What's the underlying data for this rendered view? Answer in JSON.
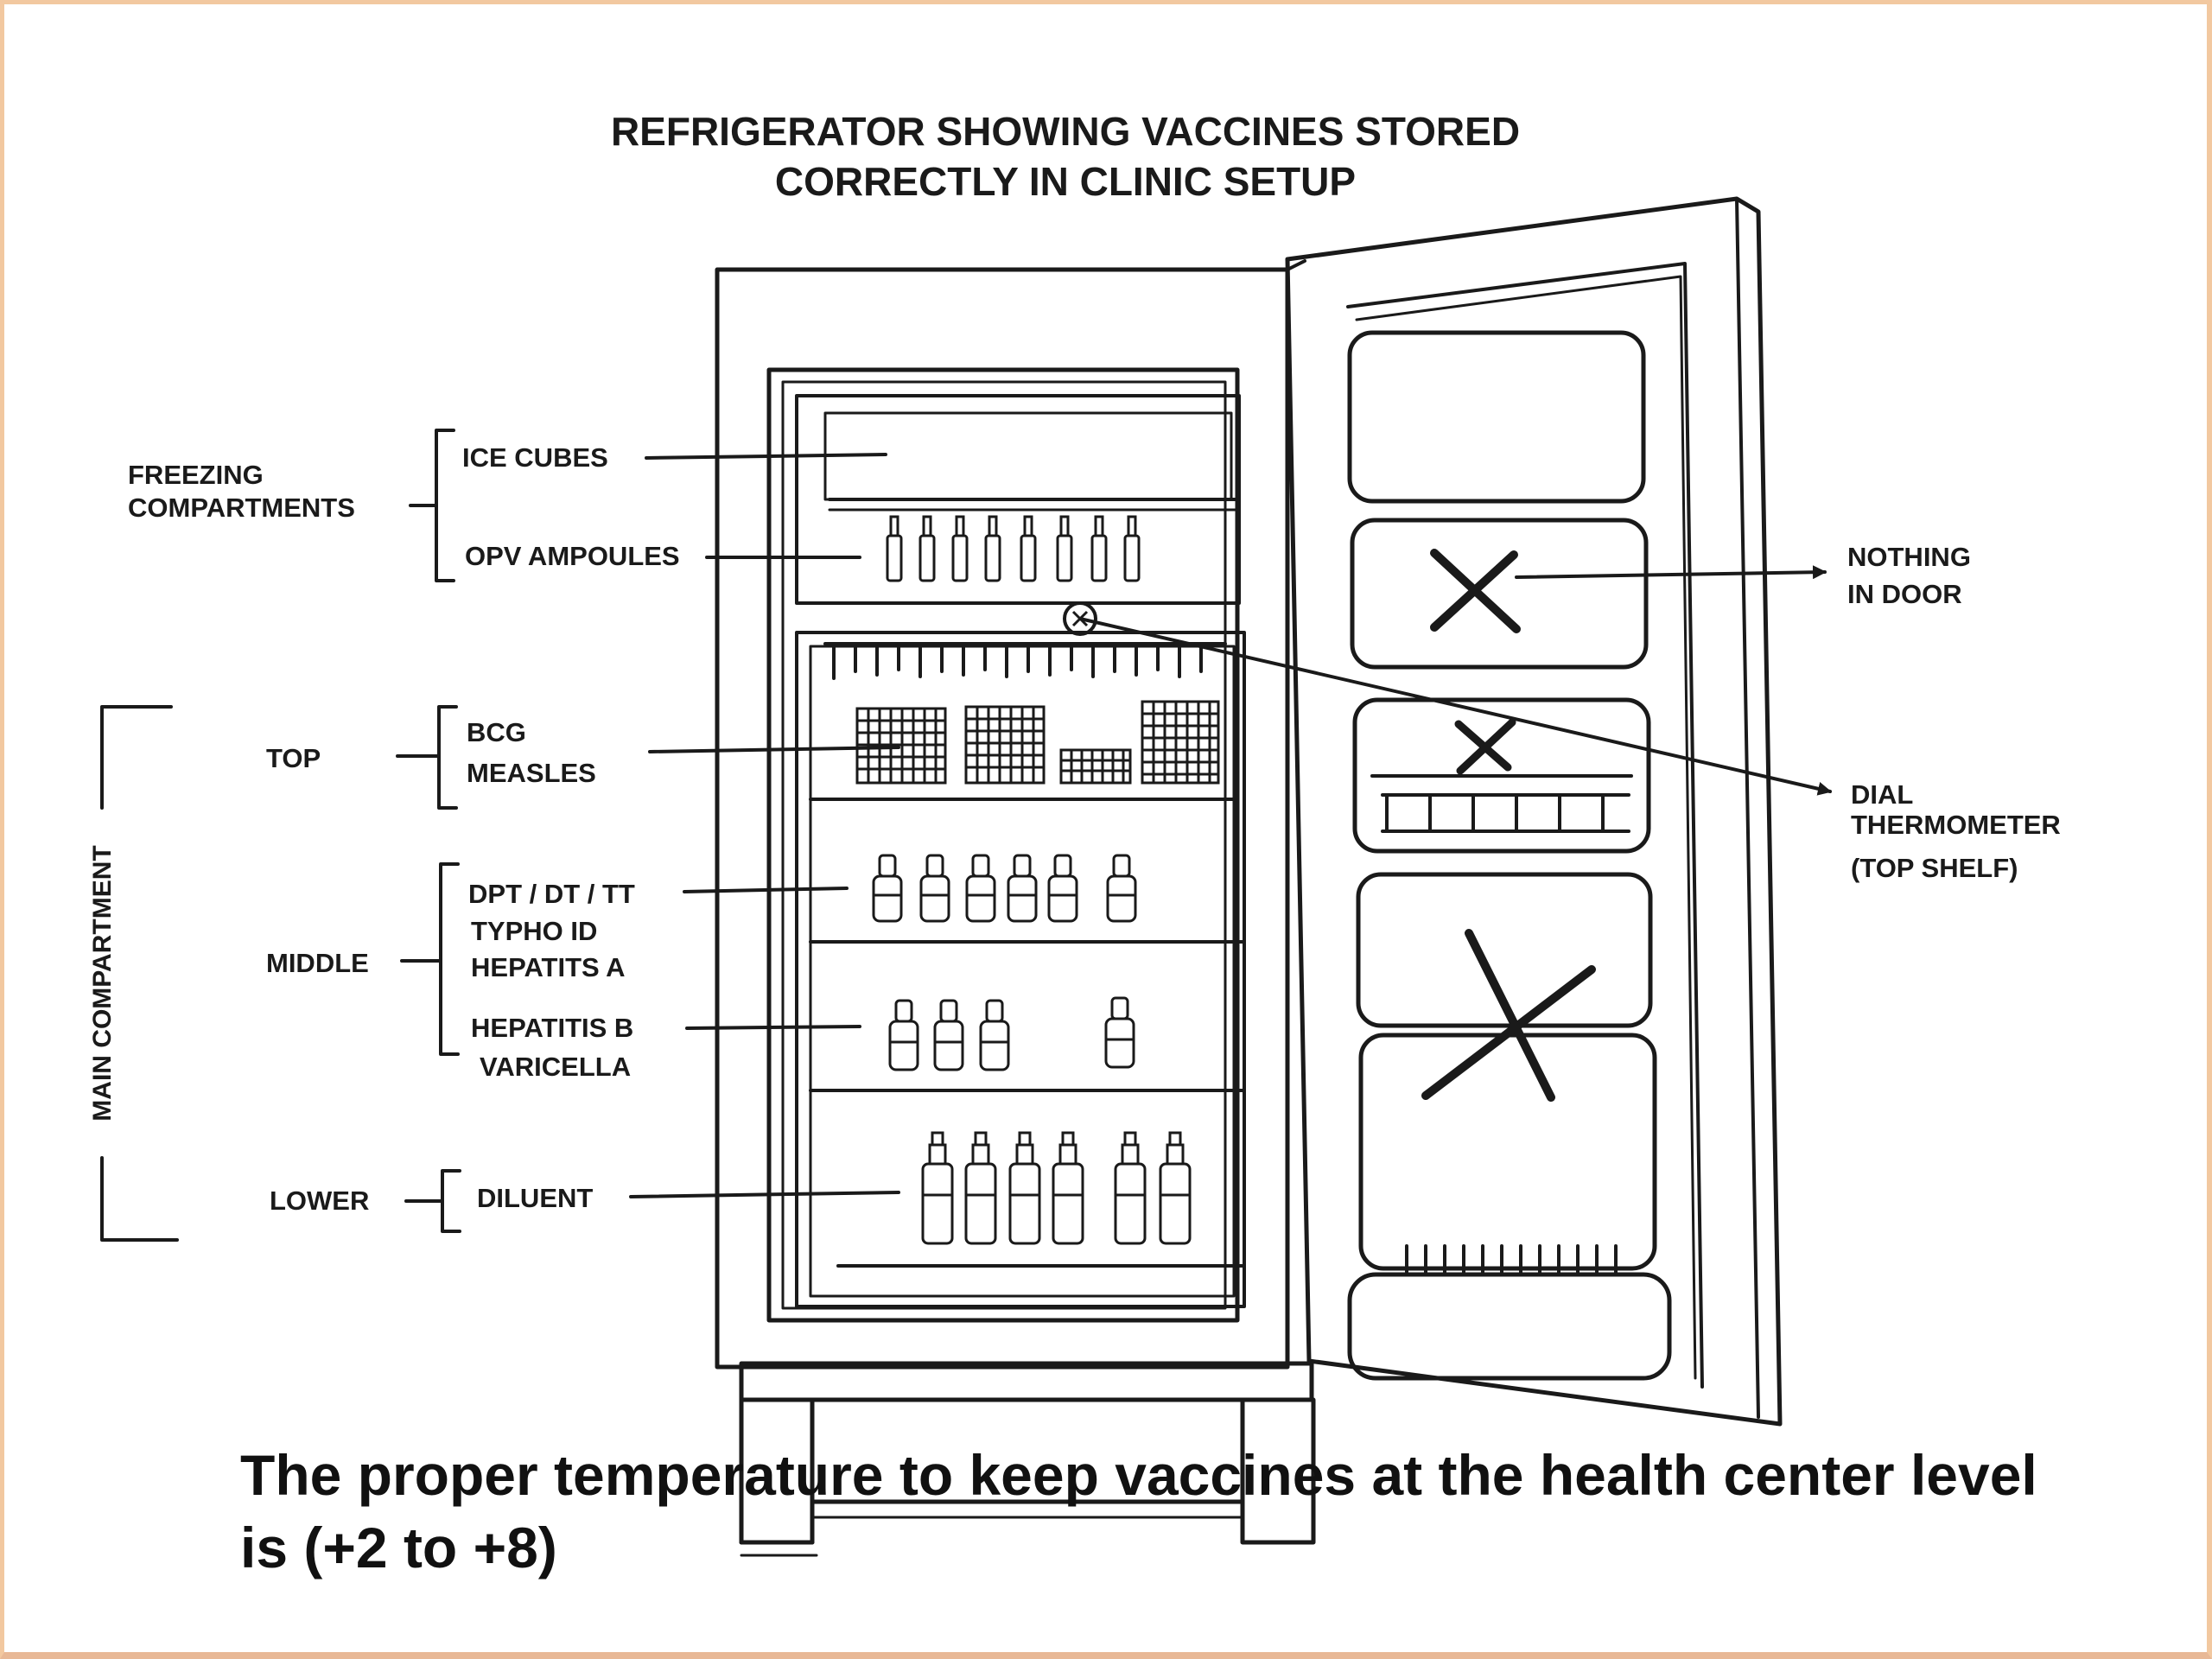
{
  "diagram": {
    "title_line1": "REFRIGERATOR SHOWING VACCINES STORED",
    "title_line2": "CORRECTLY IN CLINIC SETUP",
    "freezing": {
      "group_line1": "FREEZING",
      "group_line2": "COMPARTMENTS",
      "ice": "ICE CUBES",
      "opv": "OPV AMPOULES"
    },
    "main": {
      "group": "MAIN COMPARTMENT",
      "top": "TOP",
      "middle": "MIDDLE",
      "lower": "LOWER",
      "bcg": "BCG",
      "measles": "MEASLES",
      "dpt": "DPT / DT / TT",
      "typhoid": "TYPHO ID",
      "hepa": "HEPATITS A",
      "hepb": "HEPATITIS B",
      "varicella": "VARICELLA",
      "diluent": "DILUENT"
    },
    "door": {
      "nothing_line1": "NOTHING",
      "nothing_line2": "IN DOOR",
      "dial_line1": "DIAL",
      "dial_line2": "THERMOMETER",
      "dial_line3": "(TOP SHELF)"
    }
  },
  "caption": "The proper temperature to keep vaccines at the health center level is (+2 to +8)"
}
